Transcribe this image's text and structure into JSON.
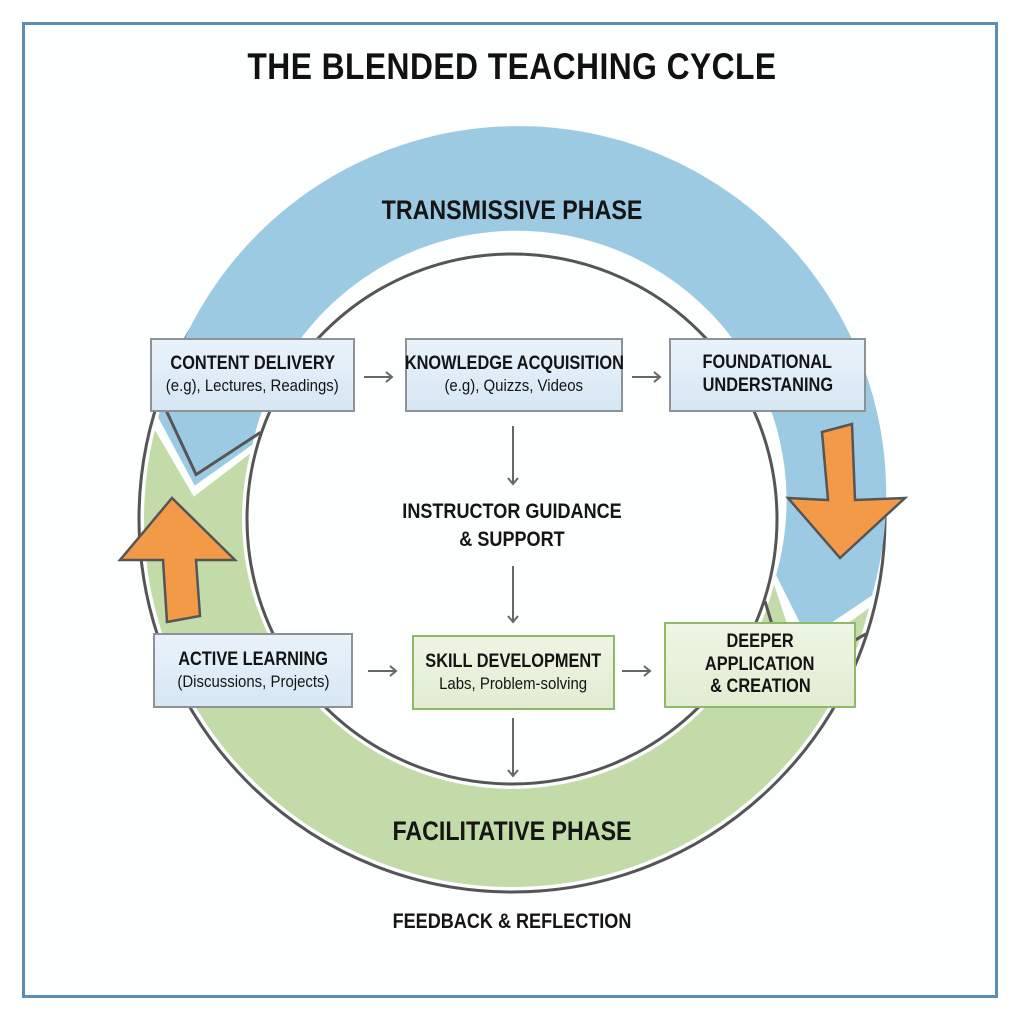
{
  "title": "THE BLENDED TEACHING CYCLE",
  "phases": {
    "top": {
      "label": "TRANSMISSIVE PHASE",
      "color": "#9ccae3"
    },
    "bottom": {
      "label": "FACILITATIVE PHASE",
      "color": "#c3dba8"
    }
  },
  "arrows": {
    "cycle_color": "#f39a48",
    "right_direction": "down",
    "left_direction": "up"
  },
  "nodes": {
    "content_delivery": {
      "title": "CONTENT DELIVERY",
      "subtitle": "(e.g), Lectures, Readings)"
    },
    "knowledge_acquisition": {
      "title": "KNOWLEDGE ACQUISITION",
      "subtitle": "(e.g), Quizzs, Videos"
    },
    "foundational_understanding": {
      "title_line1": "FOUNDATIONAL",
      "title_line2": "UNDERSTANING"
    },
    "instructor_guidance": {
      "line1": "INSTRUCTOR GUIDANCE",
      "line2": "& SUPPORT"
    },
    "active_learning": {
      "title": "ACTIVE LEARNING",
      "subtitle": "(Discussions, Projects)"
    },
    "skill_development": {
      "title": "SKILL DEVELOPMENT",
      "subtitle": "Labs, Problem-solving"
    },
    "deeper_application": {
      "line1": "DEEPER",
      "line2": "APPLICATION",
      "line3": "& CREATION"
    }
  },
  "footer": "FEEDBACK & REFLECTION"
}
